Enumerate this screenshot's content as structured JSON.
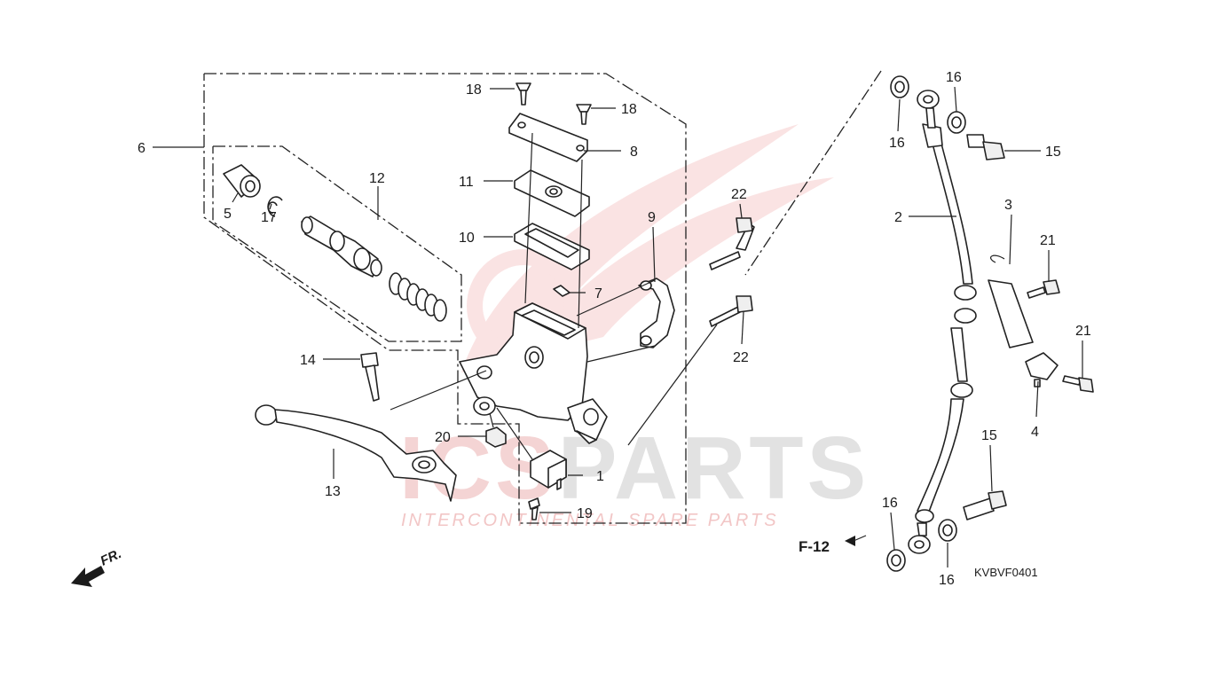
{
  "watermark": {
    "logo_prefix": "ICS",
    "logo_suffix": "PARTS",
    "tagline": "INTERCONTINENTAL SPARE PARTS"
  },
  "diagram_code": "KVBVF0401",
  "reference": "F-12",
  "direction": "FR.",
  "callouts": [
    {
      "id": "c1",
      "label": "1"
    },
    {
      "id": "c2",
      "label": "2"
    },
    {
      "id": "c3",
      "label": "3"
    },
    {
      "id": "c4",
      "label": "4"
    },
    {
      "id": "c5",
      "label": "5"
    },
    {
      "id": "c6",
      "label": "6"
    },
    {
      "id": "c7",
      "label": "7"
    },
    {
      "id": "c8",
      "label": "8"
    },
    {
      "id": "c9",
      "label": "9"
    },
    {
      "id": "c10",
      "label": "10"
    },
    {
      "id": "c11",
      "label": "11"
    },
    {
      "id": "c12",
      "label": "12"
    },
    {
      "id": "c13",
      "label": "13"
    },
    {
      "id": "c14",
      "label": "14"
    },
    {
      "id": "c15a",
      "label": "15"
    },
    {
      "id": "c15b",
      "label": "15"
    },
    {
      "id": "c16a",
      "label": "16"
    },
    {
      "id": "c16b",
      "label": "16"
    },
    {
      "id": "c16c",
      "label": "16"
    },
    {
      "id": "c16d",
      "label": "16"
    },
    {
      "id": "c17",
      "label": "17"
    },
    {
      "id": "c18a",
      "label": "18"
    },
    {
      "id": "c18b",
      "label": "18"
    },
    {
      "id": "c19",
      "label": "19"
    },
    {
      "id": "c20",
      "label": "20"
    },
    {
      "id": "c21a",
      "label": "21"
    },
    {
      "id": "c21b",
      "label": "21"
    },
    {
      "id": "c22a",
      "label": "22"
    },
    {
      "id": "c22b",
      "label": "22"
    }
  ]
}
